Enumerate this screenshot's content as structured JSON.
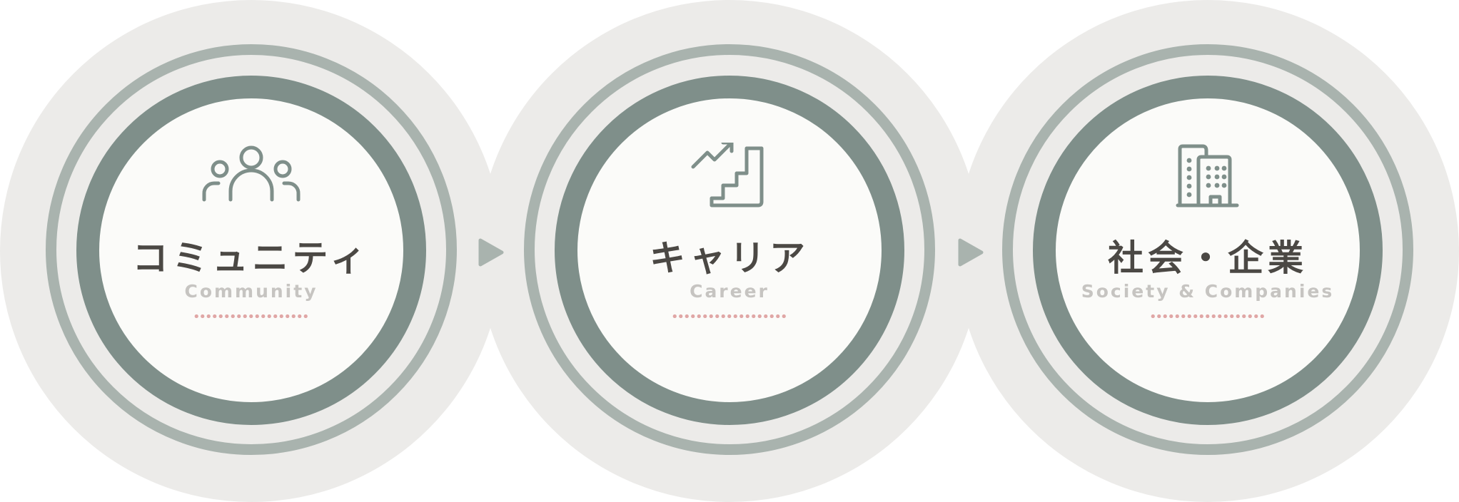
{
  "colors": {
    "background_disc": "#ecebe9",
    "outer_ring": "#a9b3ae",
    "inner_ring": "#7f8f8a",
    "inner_fill": "#fbfbf9",
    "title_text": "#4b4844",
    "subtitle_text": "#c6c4c1",
    "dots": "#e0a7a6",
    "icon_stroke": "#7f8f8a"
  },
  "steps": [
    {
      "icon": "community-people-icon",
      "title": "コミュニティ",
      "subtitle": "Community"
    },
    {
      "icon": "career-stairs-icon",
      "title": "キャリア",
      "subtitle": "Career"
    },
    {
      "icon": "company-buildings-icon",
      "title": "社会・企業",
      "subtitle": "Society & Companies"
    }
  ],
  "connectors": [
    {
      "icon": "right-arrow-icon"
    },
    {
      "icon": "right-arrow-icon"
    }
  ]
}
